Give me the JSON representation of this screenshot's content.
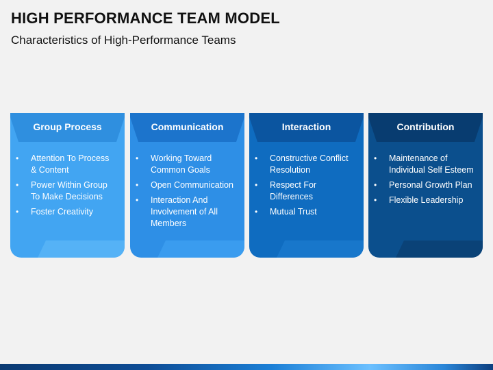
{
  "header": {
    "title": "HIGH PERFORMANCE TEAM MODEL",
    "subtitle": "Characteristics of High-Performance Teams"
  },
  "cards": [
    {
      "title": "Group Process",
      "colors": {
        "body": "#42a5f2",
        "header": "#2f8fdf",
        "accent": "#58b4f7"
      },
      "items": [
        "Attention To Process & Content",
        "Power Within Group To Make Decisions",
        "Foster Creativity"
      ]
    },
    {
      "title": "Communication",
      "colors": {
        "body": "#2e8fe6",
        "header": "#1c74cc",
        "accent": "#3c9ff0"
      },
      "items": [
        "Working Toward Common Goals",
        "Open Communication",
        "Interaction And Involvement of All Members"
      ]
    },
    {
      "title": "Interaction",
      "colors": {
        "body": "#0f6cc0",
        "header": "#0b55a0",
        "accent": "#1a79cc"
      },
      "items": [
        "Constructive Conflict Resolution",
        "Respect For Differences",
        "Mutual Trust"
      ]
    },
    {
      "title": "Contribution",
      "colors": {
        "body": "#0b4f8d",
        "header": "#083c70",
        "accent": "#0a3f73"
      },
      "items": [
        "Maintenance of Individual Self Esteem",
        "Personal Growth Plan",
        "Flexible Leadership"
      ]
    }
  ]
}
